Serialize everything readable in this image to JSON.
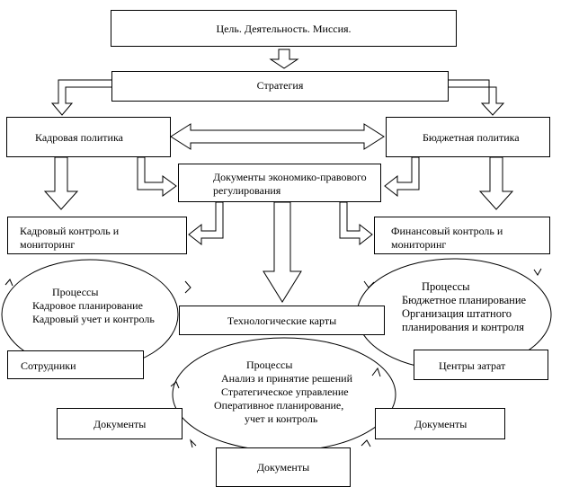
{
  "diagram": {
    "mission": "Цель. Деятельность. Миссия.",
    "strategy": "Стратегия",
    "hr_policy": "Кадровая политика",
    "budget_policy": "Бюджетная политика",
    "documents_regulation": [
      "Документы экономико-правового",
      "регулирования"
    ],
    "hr_control": [
      "Кадровый контроль и",
      "мониторинг"
    ],
    "financial_control": [
      "Финансовый контроль и",
      "мониторинг"
    ],
    "hr_processes": [
      "Процессы",
      "Кадровое планирование",
      "Кадровый учет и контроль"
    ],
    "budget_processes": [
      "Процессы",
      "Бюджетное планирование",
      "Организация штатного",
      "планирования и контроля"
    ],
    "tech_cards": "Технологические карты",
    "center_processes": [
      "Процессы",
      "Анализ и принятие решений",
      "Стратегическое управление",
      "Оперативное планирование,",
      "учет и контроль"
    ],
    "employees": "Сотрудники",
    "cost_centers": "Центры затрат",
    "documents_left": "Документы",
    "documents_right": "Документы",
    "documents_bottom": "Документы"
  }
}
